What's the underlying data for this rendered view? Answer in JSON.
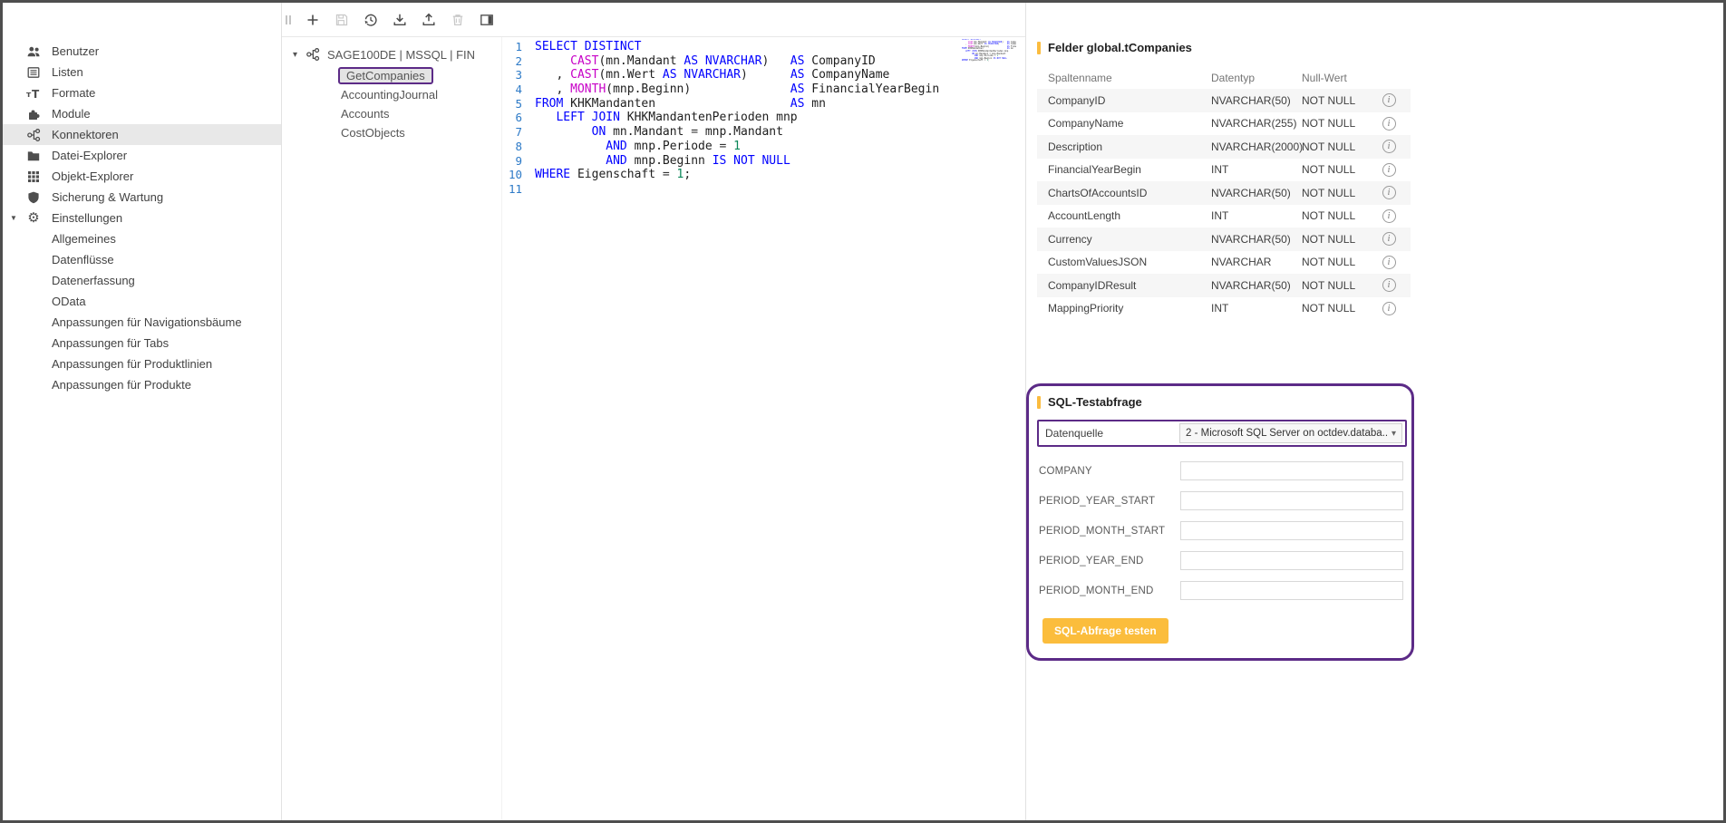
{
  "colors": {
    "accent_yellow": "#FBBC3F",
    "annotation_purple": "#5C2B87",
    "button_orange": "#FBBD3C",
    "selected_gray": "#E8E8E8"
  },
  "sidebar": {
    "items": [
      {
        "label": "Benutzer",
        "icon": "users"
      },
      {
        "label": "Listen",
        "icon": "list"
      },
      {
        "label": "Formate",
        "icon": "format"
      },
      {
        "label": "Module",
        "icon": "module"
      },
      {
        "label": "Konnektoren",
        "icon": "connector",
        "selected": true
      },
      {
        "label": "Datei-Explorer",
        "icon": "folder"
      },
      {
        "label": "Objekt-Explorer",
        "icon": "grid"
      },
      {
        "label": "Sicherung & Wartung",
        "icon": "shield"
      },
      {
        "label": "Einstellungen",
        "icon": "gear",
        "expanded": true
      }
    ],
    "settings_children": [
      {
        "label": "Allgemeines"
      },
      {
        "label": "Datenflüsse"
      },
      {
        "label": "Datenerfassung"
      },
      {
        "label": "OData"
      },
      {
        "label": "Anpassungen für Navigationsbäume"
      },
      {
        "label": "Anpassungen für Tabs"
      },
      {
        "label": "Anpassungen für Produktlinien"
      },
      {
        "label": "Anpassungen für Produkte"
      }
    ]
  },
  "toolbar": {
    "buttons": [
      {
        "icon": "plus",
        "disabled": false
      },
      {
        "icon": "save",
        "disabled": true
      },
      {
        "icon": "history",
        "disabled": false
      },
      {
        "icon": "download",
        "disabled": false
      },
      {
        "icon": "upload",
        "disabled": false
      },
      {
        "icon": "trash",
        "disabled": true
      },
      {
        "icon": "panel-right",
        "disabled": false
      }
    ]
  },
  "tree": {
    "root_label": "SAGE100DE | MSSQL | FIN",
    "children": [
      {
        "label": "GetCompanies",
        "selected": true
      },
      {
        "label": "AccountingJournal"
      },
      {
        "label": "Accounts"
      },
      {
        "label": "CostObjects"
      }
    ]
  },
  "editor": {
    "lines": [
      {
        "num": 1,
        "tokens": [
          [
            "kw",
            "SELECT"
          ],
          [
            "pl",
            " "
          ],
          [
            "kw",
            "DISTINCT"
          ]
        ]
      },
      {
        "num": 2,
        "tokens": [
          [
            "pl",
            "     "
          ],
          [
            "fn",
            "CAST"
          ],
          [
            "pl",
            "(mn.Mandant "
          ],
          [
            "kw",
            "AS"
          ],
          [
            "pl",
            " "
          ],
          [
            "kw",
            "NVARCHAR"
          ],
          [
            "pl",
            ")   "
          ],
          [
            "kw",
            "AS"
          ],
          [
            "pl",
            " CompanyID"
          ]
        ]
      },
      {
        "num": 3,
        "tokens": [
          [
            "pl",
            "   , "
          ],
          [
            "fn",
            "CAST"
          ],
          [
            "pl",
            "(mn.Wert "
          ],
          [
            "kw",
            "AS"
          ],
          [
            "pl",
            " "
          ],
          [
            "kw",
            "NVARCHAR"
          ],
          [
            "pl",
            ")      "
          ],
          [
            "kw",
            "AS"
          ],
          [
            "pl",
            " CompanyName"
          ]
        ]
      },
      {
        "num": 4,
        "tokens": [
          [
            "pl",
            "   , "
          ],
          [
            "fn",
            "MONTH"
          ],
          [
            "pl",
            "(mnp.Beginn)              "
          ],
          [
            "kw",
            "AS"
          ],
          [
            "pl",
            " FinancialYearBegin"
          ]
        ]
      },
      {
        "num": 5,
        "tokens": [
          [
            "kw",
            "FROM"
          ],
          [
            "pl",
            " KHKMandanten                   "
          ],
          [
            "kw",
            "AS"
          ],
          [
            "pl",
            " mn"
          ]
        ]
      },
      {
        "num": 6,
        "tokens": [
          [
            "pl",
            "   "
          ],
          [
            "kw",
            "LEFT"
          ],
          [
            "pl",
            " "
          ],
          [
            "kw",
            "JOIN"
          ],
          [
            "pl",
            " KHKMandantenPerioden mnp"
          ]
        ]
      },
      {
        "num": 7,
        "tokens": [
          [
            "pl",
            "        "
          ],
          [
            "kw",
            "ON"
          ],
          [
            "pl",
            " mn.Mandant "
          ],
          [
            "op",
            "="
          ],
          [
            "pl",
            " mnp.Mandant"
          ]
        ]
      },
      {
        "num": 8,
        "tokens": [
          [
            "pl",
            "          "
          ],
          [
            "kw",
            "AND"
          ],
          [
            "pl",
            " mnp.Periode "
          ],
          [
            "op",
            "="
          ],
          [
            "pl",
            " "
          ],
          [
            "num",
            "1"
          ]
        ]
      },
      {
        "num": 9,
        "tokens": [
          [
            "pl",
            "          "
          ],
          [
            "kw",
            "AND"
          ],
          [
            "pl",
            " mnp.Beginn "
          ],
          [
            "kw",
            "IS"
          ],
          [
            "pl",
            " "
          ],
          [
            "kw",
            "NOT"
          ],
          [
            "pl",
            " "
          ],
          [
            "kw",
            "NULL"
          ]
        ]
      },
      {
        "num": 10,
        "tokens": [
          [
            "kw",
            "WHERE"
          ],
          [
            "pl",
            " Eigenschaft "
          ],
          [
            "op",
            "="
          ],
          [
            "pl",
            " "
          ],
          [
            "num",
            "1"
          ],
          [
            "pl",
            ";"
          ]
        ]
      },
      {
        "num": 11,
        "tokens": []
      }
    ]
  },
  "fields_panel": {
    "title": "Felder global.tCompanies",
    "columns": [
      "Spaltenname",
      "Datentyp",
      "Null-Wert"
    ],
    "rows": [
      {
        "name": "CompanyID",
        "type": "NVARCHAR(50)",
        "nullability": "NOT NULL"
      },
      {
        "name": "CompanyName",
        "type": "NVARCHAR(255)",
        "nullability": "NOT NULL"
      },
      {
        "name": "Description",
        "type": "NVARCHAR(2000)",
        "nullability": "NOT NULL"
      },
      {
        "name": "FinancialYearBegin",
        "type": "INT",
        "nullability": "NOT NULL"
      },
      {
        "name": "ChartsOfAccountsID",
        "type": "NVARCHAR(50)",
        "nullability": "NOT NULL"
      },
      {
        "name": "AccountLength",
        "type": "INT",
        "nullability": "NOT NULL"
      },
      {
        "name": "Currency",
        "type": "NVARCHAR(50)",
        "nullability": "NOT NULL"
      },
      {
        "name": "CustomValuesJSON",
        "type": "NVARCHAR",
        "nullability": "NOT NULL"
      },
      {
        "name": "CompanyIDResult",
        "type": "NVARCHAR(50)",
        "nullability": "NOT NULL"
      },
      {
        "name": "MappingPriority",
        "type": "INT",
        "nullability": "NOT NULL"
      }
    ]
  },
  "test_panel": {
    "title": "SQL-Testabfrage",
    "datasource": {
      "label": "Datenquelle",
      "value": "2 - Microsoft SQL Server on octdev.databa..."
    },
    "params": [
      {
        "label": "COMPANY",
        "value": ""
      },
      {
        "label": "PERIOD_YEAR_START",
        "value": ""
      },
      {
        "label": "PERIOD_MONTH_START",
        "value": ""
      },
      {
        "label": "PERIOD_YEAR_END",
        "value": ""
      },
      {
        "label": "PERIOD_MONTH_END",
        "value": ""
      }
    ],
    "button_label": "SQL-Abfrage testen"
  }
}
